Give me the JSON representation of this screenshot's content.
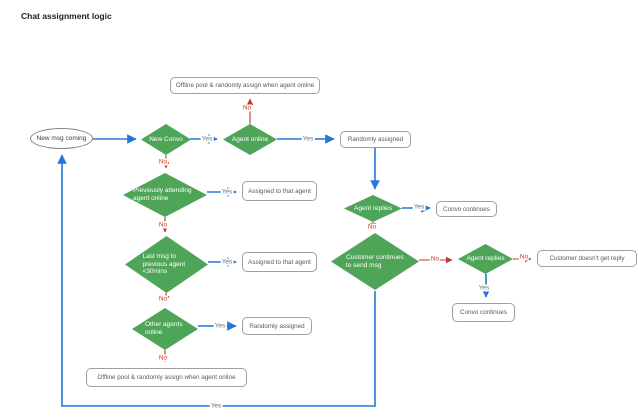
{
  "title": "Chat assignment logic",
  "colors": {
    "flow_yes": "#2277d8",
    "flow_no": "#c0392b",
    "decision_fill": "#4ea558"
  },
  "nodes": {
    "start": {
      "label": "New msg coming"
    },
    "new_convo": {
      "label": "New Convo"
    },
    "agent_online": {
      "label": "Agent online"
    },
    "offline_pool_top": {
      "label": "Offline pool & randomly assign when agent online"
    },
    "randomly_assigned_top": {
      "label": "Randomly assigned"
    },
    "prev_attending": {
      "label": "Previously attending agent online"
    },
    "assigned_agent_1": {
      "label": "Assigned to that agent"
    },
    "last_msg": {
      "label": "Last msg to previous agent <30mins"
    },
    "assigned_agent_2": {
      "label": "Assigned to that agent"
    },
    "other_agents": {
      "label": "Other agents online"
    },
    "randomly_assigned_2": {
      "label": "Randomly assigned"
    },
    "offline_pool_bottom": {
      "label": "Offline pool & randomly assign when agent online"
    },
    "agent_replies_1": {
      "label": "Agent replies"
    },
    "convo_continues_1": {
      "label": "Convo continues"
    },
    "customer_continues": {
      "label": "Customer continues to send msg"
    },
    "agent_replies_2": {
      "label": "Agent replies"
    },
    "customer_no_reply": {
      "label": "Customer doesn't get reply"
    },
    "convo_continues_2": {
      "label": "Convo continues"
    }
  },
  "edge_labels": {
    "yes": "Yes",
    "no": "No"
  }
}
